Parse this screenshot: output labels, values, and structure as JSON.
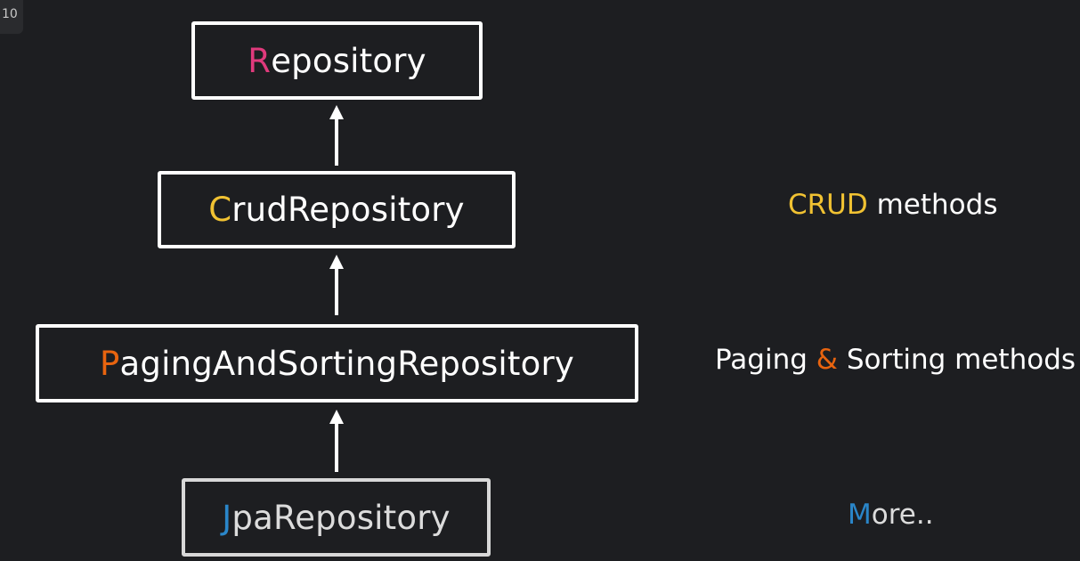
{
  "corner_badge": "10",
  "colors": {
    "repository_initial": "#e03a7c",
    "crud_initial": "#f1c232",
    "paging_initial": "#e8640f",
    "jpa_initial": "#2a86c9",
    "crud_desc_accent": "#f1c232",
    "paging_desc_accent": "#e8640f",
    "more_desc_accent": "#2a86c9"
  },
  "hierarchy": [
    {
      "initial": "R",
      "rest": "epository"
    },
    {
      "initial": "C",
      "rest": "rudRepository"
    },
    {
      "initial": "P",
      "rest": "agingAndSortingRepository"
    },
    {
      "initial": "J",
      "rest": "paRepository"
    }
  ],
  "descriptions": {
    "crud": {
      "accent": "CRUD",
      "rest": " methods"
    },
    "paging": {
      "before": "Paging ",
      "accent": "&",
      "after": " Sorting methods"
    },
    "more": {
      "accent": "M",
      "rest": "ore.."
    }
  }
}
